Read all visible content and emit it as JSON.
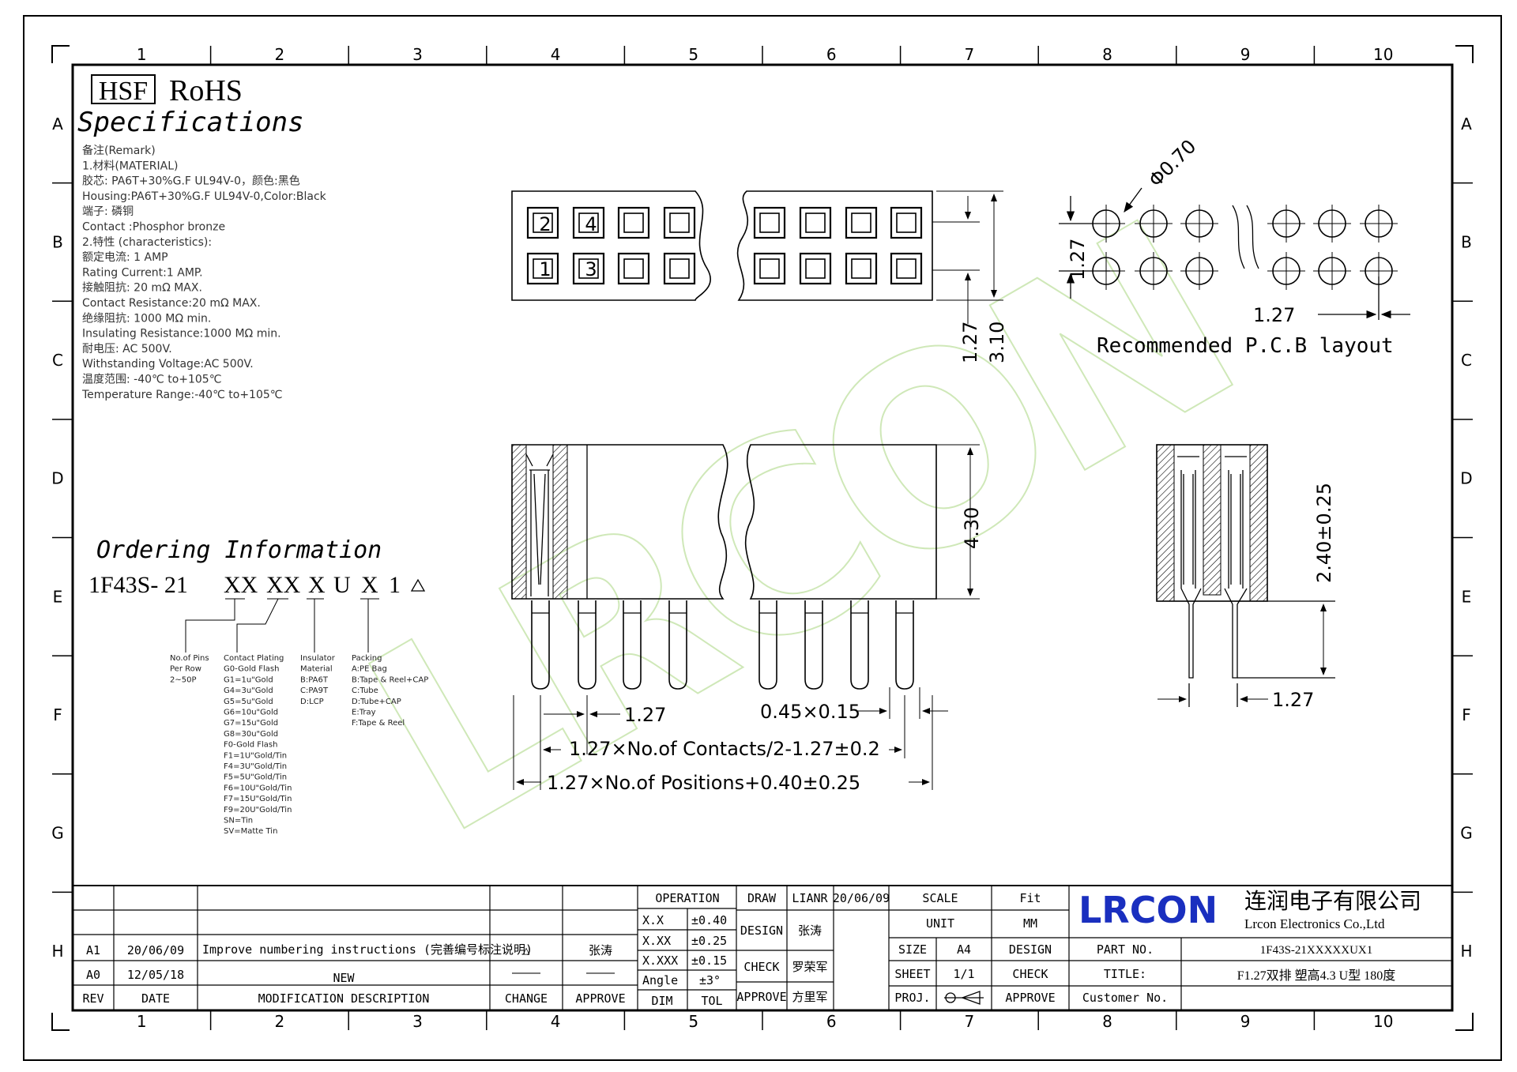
{
  "zones": {
    "cols": [
      "1",
      "2",
      "3",
      "4",
      "5",
      "6",
      "7",
      "8",
      "9",
      "10"
    ],
    "rows": [
      "A",
      "B",
      "C",
      "D",
      "E",
      "F",
      "G",
      "H"
    ]
  },
  "header": {
    "hsf": "HSF",
    "rohs": "RoHS",
    "spec_title": "Specifications"
  },
  "spec_lines": [
    "备注(Remark)",
    "1.材料(MATERIAL)",
    "胶芯: PA6T+30%G.F UL94V-0，颜色:黑色",
    "Housing:PA6T+30%G.F UL94V-0,Color:Black",
    "端子: 磷铜",
    "Contact :Phosphor bronze",
    "2.特性 (characteristics):",
    "额定电流: 1 AMP",
    "Rating Current:1 AMP.",
    "接触阻抗: 20 mΩ MAX.",
    "Contact Resistance:20 mΩ MAX.",
    "绝缘阻抗: 1000 MΩ min.",
    "Insulating Resistance:1000 MΩ min.",
    "耐电压: AC 500V.",
    "Withstanding Voltage:AC 500V.",
    "温度范围: -40℃ to+105℃",
    "Temperature Range:-40℃ to+105℃"
  ],
  "ordering": {
    "title": "Ordering Information",
    "code_prefix": "1F43S- 21",
    "code_parts": [
      "XX",
      "XX",
      "X",
      "U",
      "X",
      "1"
    ],
    "pins_legend": [
      "No.of Pins",
      "Per Row",
      "2~50P"
    ],
    "plating_legend": [
      "Contact Plating",
      "G0-Gold Flash",
      "G1=1u\"Gold",
      "G4=3u\"Gold",
      "G5=5u\"Gold",
      "G6=10u\"Gold",
      "G7=15u\"Gold",
      "G8=30u\"Gold",
      "F0-Gold Flash",
      "F1=1U\"Gold/Tin",
      "F4=3U\"Gold/Tin",
      "F5=5U\"Gold/Tin",
      "F6=10U\"Gold/Tin",
      "F7=15U\"Gold/Tin",
      "F9=20U\"Gold/Tin",
      "SN=Tin",
      "SV=Matte Tin"
    ],
    "insulator_legend": [
      "Insulator",
      "Material",
      "B:PA6T",
      "C:PA9T",
      "D:LCP"
    ],
    "packing_legend": [
      "Packing",
      "A:PE Bag",
      "B:Tape & Reel+CAP",
      "C:Tube",
      "D:Tube+CAP",
      "E:Tray",
      "F:Tape & Reel"
    ]
  },
  "top_view": {
    "pin_labels": [
      "2",
      "4",
      "1",
      "3"
    ],
    "dim_127": "1.27",
    "dim_310": "3.10"
  },
  "pcb": {
    "hole": "Φ0.70",
    "pitch_v": "1.27",
    "pitch_h": "1.27",
    "caption": "Recommended P.C.B layout"
  },
  "front_view": {
    "dim_430": "4.30",
    "dim_pitch": "1.27",
    "dim_pin": "0.45×0.15",
    "dim_contacts": "1.27×No.of Contacts/2-1.27±0.2",
    "dim_positions": "1.27×No.of Positions+0.40±0.25"
  },
  "side_view": {
    "dim_240": "2.40±0.25",
    "dim_127": "1.27"
  },
  "watermark": "LRCON",
  "title_block": {
    "revisions": [
      {
        "rev": "A1",
        "date": "20/06/09",
        "desc": "Improve numbering instructions (完善编号标注说明)",
        "change": "△",
        "approve": "张涛"
      },
      {
        "rev": "A0",
        "date": "12/05/18",
        "desc": "NEW",
        "change": "————",
        "approve": "————"
      }
    ],
    "rev_head": "REV",
    "date_head": "DATE",
    "desc_head": "MODIFICATION DESCRIPTION",
    "change_head": "CHANGE",
    "approve_head": "APPROVE",
    "operation": "OPERATION",
    "tol_rows": [
      [
        "X.X",
        "±0.40"
      ],
      [
        "X.XX",
        "±0.25"
      ],
      [
        "X.XXX",
        "±0.15"
      ],
      [
        "Angle",
        "±3°"
      ]
    ],
    "dim": "DIM",
    "tol": "TOL",
    "draw": "DRAW",
    "draw_name": "LIANR",
    "draw_date": "20/06/09",
    "design": "DESIGN",
    "design_name": "张涛",
    "check": "CHECK",
    "check_name": "罗荣军",
    "approve": "APPROVE",
    "approve_name": "方里军",
    "scale": "SCALE",
    "fit": "Fit",
    "unit": "UNIT",
    "mm": "MM",
    "size": "SIZE",
    "size_val": "A4",
    "design2": "DESIGN",
    "sheet": "SHEET",
    "sheet_val": "1/1",
    "check2": "CHECK",
    "proj": "PROJ.",
    "approve2": "APPROVE",
    "logo": "LRCON",
    "company_cn": "连润电子有限公司",
    "company_en": "Lrcon Electronics Co.,Ltd",
    "part_no_label": "PART NO.",
    "part_no": "1F43S-21XXXXXUX1",
    "title_label": "TITLE:",
    "title": "F1.27双排 塑高4.3 U型 180度",
    "customer_label": "Customer No."
  },
  "colors": {
    "ink": "#000000",
    "logo": "#1a2fbf",
    "watermark": "#cfe8b8"
  }
}
